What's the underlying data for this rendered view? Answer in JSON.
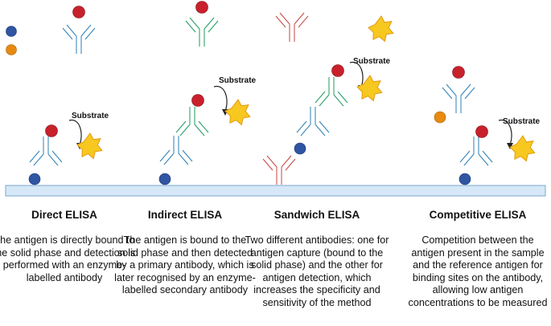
{
  "substrate_label": "Substrate",
  "colors": {
    "antibody_primary": "#2b7fb6",
    "antibody_secondary": "#1f9a5e",
    "antibody_capture": "#c8453f",
    "enzyme_tag": "#c8212c",
    "antigen": "#2f55a3",
    "reference_antigen": "#e68a12",
    "substrate_star": "#f7c820",
    "solid_phase": "#d6e8f7"
  },
  "columns": [
    {
      "title": "Direct ELISA",
      "description": "The antigen is directly bound to the solid phase and detection is performed with an enzyme-labelled antibody"
    },
    {
      "title": "Indirect ELISA",
      "description": "The antigen is bound to the solid phase and then detected by a primary antibody, which is later recognised by an enzyme-labelled secondary antibody"
    },
    {
      "title": "Sandwich ELISA",
      "description": "Two different antibodies: one for antigen capture (bound to the solid phase) and the other for antigen detection, which increases the specificity and sensitivity of the method"
    },
    {
      "title": "Competitive ELISA",
      "description": "Competition between the antigen present in the sample and the reference antigen for binding sites on the antibody, allowing low antigen concentrations to be measured"
    }
  ]
}
